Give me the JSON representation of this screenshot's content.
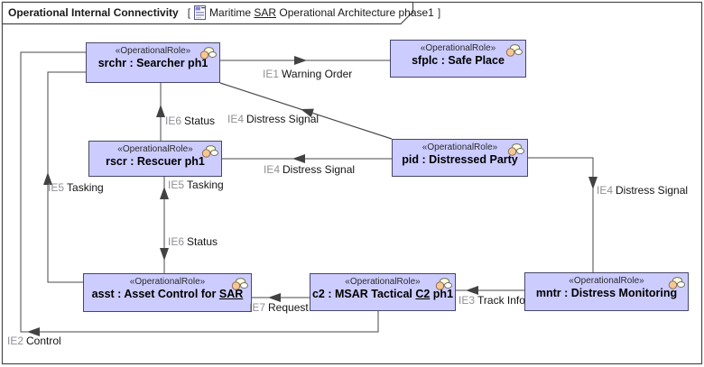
{
  "frame": {
    "title": "Operational Internal Connectivity",
    "open_bracket": "[",
    "close_bracket": "]",
    "diagram_ref": {
      "pre": "Maritime ",
      "link": "SAR",
      "post": " Operational Architecture phase1"
    }
  },
  "nodes": [
    {
      "id": "srchr",
      "stereotype": "«OperationalRole»",
      "name": {
        "pre": "srchr : Searcher ph1",
        "link": "",
        "post": ""
      }
    },
    {
      "id": "sfplc",
      "stereotype": "«OperationalRole»",
      "name": {
        "pre": "sfplc : Safe Place",
        "link": "",
        "post": ""
      }
    },
    {
      "id": "rscr",
      "stereotype": "«OperationalRole»",
      "name": {
        "pre": "rscr : Rescuer ph1",
        "link": "",
        "post": ""
      }
    },
    {
      "id": "pid",
      "stereotype": "«OperationalRole»",
      "name": {
        "pre": "pid : Distressed Party",
        "link": "",
        "post": ""
      }
    },
    {
      "id": "asst",
      "stereotype": "«OperationalRole»",
      "name": {
        "pre": "asst : Asset Control for ",
        "link": "SAR",
        "post": ""
      }
    },
    {
      "id": "c2",
      "stereotype": "«OperationalRole»",
      "name": {
        "pre": "c2 : MSAR Tactical ",
        "link": "C2",
        "post": " ph1"
      }
    },
    {
      "id": "mntr",
      "stereotype": "«OperationalRole»",
      "name": {
        "pre": "mntr : Distress Monitoring",
        "link": "",
        "post": ""
      }
    }
  ],
  "edge_labels": [
    {
      "id": "ie1-warning-order",
      "ie": "IE1",
      "text": "Warning Order"
    },
    {
      "id": "ie4-distress-diagonal",
      "ie": "IE4",
      "text": "Distress Signal"
    },
    {
      "id": "ie4-distress-middle",
      "ie": "IE4",
      "text": "Distress Signal"
    },
    {
      "id": "ie6-status-top",
      "ie": "IE6",
      "text": "Status"
    },
    {
      "id": "ie5-tasking-middle",
      "ie": "IE5",
      "text": "Tasking"
    },
    {
      "id": "ie6-status-middle",
      "ie": "IE6",
      "text": "Status"
    },
    {
      "id": "ie5-tasking-left",
      "ie": "IE5",
      "text": "Tasking"
    },
    {
      "id": "ie2-control",
      "ie": "IE2",
      "text": "Control"
    },
    {
      "id": "ie7-request",
      "ie": "IE7",
      "text": "Request"
    },
    {
      "id": "ie3-track-info",
      "ie": "IE3",
      "text": "Track Info"
    },
    {
      "id": "ie4-distress-right",
      "ie": "IE4",
      "text": "Distress Signal"
    }
  ],
  "colors": {
    "node_fill": "#ccccff",
    "node_border": "#46466b",
    "edge": "#4a4a4a",
    "ie_prefix": "#8f8f96",
    "label_text": "#141414"
  }
}
